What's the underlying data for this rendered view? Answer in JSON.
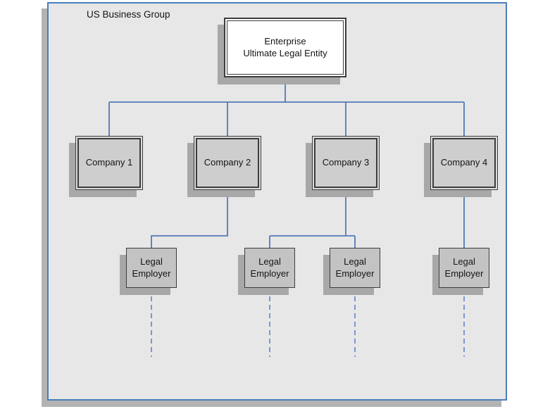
{
  "diagram": {
    "group_label": "US Business Group",
    "enterprise": {
      "line1": "Enterprise",
      "line2": "Ultimate Legal Entity"
    },
    "companies": [
      {
        "label": "Company 1"
      },
      {
        "label": "Company 2"
      },
      {
        "label": "Company 3"
      },
      {
        "label": "Company 4"
      }
    ],
    "legal_employers": [
      {
        "label": "Legal Employer"
      },
      {
        "label": "Legal Employer"
      },
      {
        "label": "Legal Employer"
      },
      {
        "label": "Legal Employer"
      }
    ]
  },
  "colors": {
    "page-bg": "#ffffff",
    "frame-border": "#4a7ebb",
    "frame-bg": "#e7e7e7",
    "frame-shadow": "#b3b3b3",
    "box-border": "#3c3c3c",
    "box-shadow": "#a8a8a8",
    "company-fill": "#cecece",
    "employer-fill": "#c3c3c3",
    "enterprise-fill": "#ffffff",
    "connector": "#527ab8",
    "connector-dashed": "#7b97cf",
    "text": "#141414"
  }
}
